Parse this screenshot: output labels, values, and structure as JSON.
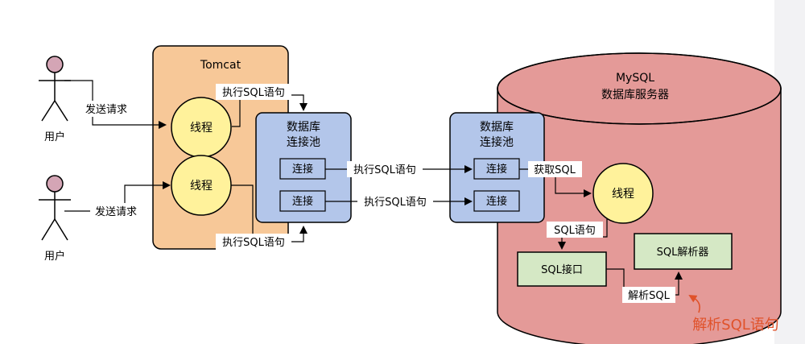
{
  "tomcat": {
    "title": "Tomcat"
  },
  "users": [
    {
      "label": "用户",
      "request": "发送请求"
    },
    {
      "label": "用户",
      "request": "发送请求"
    }
  ],
  "tomcat_threads": [
    "线程",
    "线程"
  ],
  "tomcat_pool": {
    "title": "数据库\n连接池",
    "connections": [
      "连接",
      "连接"
    ]
  },
  "mysql_pool": {
    "title": "数据库\n连接池",
    "connections": [
      "连接",
      "连接"
    ]
  },
  "mysql": {
    "title": "MySQL\n数据库服务器",
    "thread": "线程",
    "sql_interface": "SQL接口",
    "sql_parser": "SQL解析器"
  },
  "edge_labels": {
    "exec_sql_top": "执行SQL语句",
    "exec_sql_bottom": "执行SQL语句",
    "exec_sql_conn1": "执行SQL语句",
    "exec_sql_conn2": "执行SQL语句",
    "get_sql": "获取SQL",
    "sql_stmt": "SQL语句",
    "parse_sql": "解析SQL"
  },
  "annotation": {
    "text": "解析SQL语句",
    "color": "#e0522a"
  },
  "colors": {
    "tomcat_fill": "#f7c898",
    "pool_fill": "#b3c6ea",
    "db_fill": "#e49a98",
    "green_fill": "#d5e8c5",
    "thread_fill": "#fff29b",
    "actor_head": "#d4a5b5"
  }
}
